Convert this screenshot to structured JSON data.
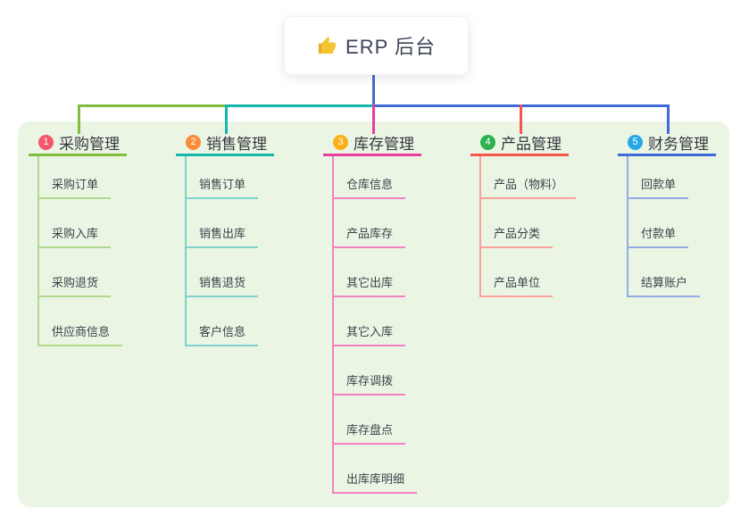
{
  "root": {
    "label": "ERP 后台",
    "icon": "thumbs-up"
  },
  "colors": {
    "canvas_bg": "#ffffff",
    "group_bg": "#ebf5e4",
    "root_connector": "#4c69d4",
    "root_text": "#3d4457",
    "title_text": "#33373d",
    "item_text": "#3d4249",
    "badge_text": "#ffffff",
    "thumb_yellow": "#f6c431"
  },
  "branches": [
    {
      "badge": "1",
      "title": "采购管理",
      "line_color": "#7fbe3e",
      "item_line_color": "#b2d88d",
      "badge_color": "#f5566c",
      "items": [
        "采购订单",
        "采购入库",
        "采购退货",
        "供应商信息"
      ]
    },
    {
      "badge": "2",
      "title": "销售管理",
      "line_color": "#14b7ab",
      "item_line_color": "#7fd3cb",
      "badge_color": "#fb8c38",
      "items": [
        "销售订单",
        "销售出库",
        "销售退货",
        "客户信息"
      ]
    },
    {
      "badge": "3",
      "title": "库存管理",
      "line_color": "#e93d9e",
      "item_line_color": "#f383c3",
      "badge_color": "#fbb018",
      "items": [
        "仓库信息",
        "产品库存",
        "其它出库",
        "其它入库",
        "库存调拨",
        "库存盘点",
        "出库库明细"
      ]
    },
    {
      "badge": "4",
      "title": "产品管理",
      "line_color": "#f4564c",
      "item_line_color": "#f8a29a",
      "badge_color": "#2db24f",
      "items": [
        "产品（物料）",
        "产品分类",
        "产品单位"
      ]
    },
    {
      "badge": "5",
      "title": "财务管理",
      "line_color": "#3f6ad8",
      "item_line_color": "#94abe4",
      "badge_color": "#29a8e8",
      "items": [
        "回款单",
        "付款单",
        "结算账户"
      ]
    }
  ]
}
